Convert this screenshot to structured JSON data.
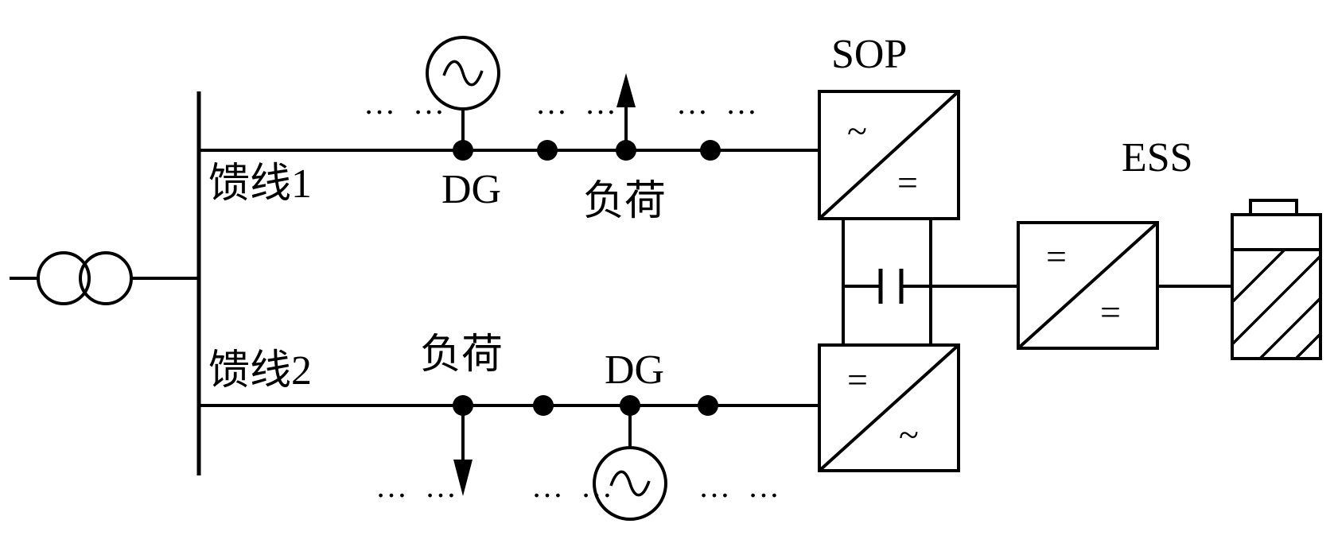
{
  "labels": {
    "feeder1": "馈线1",
    "feeder2": "馈线2",
    "dg1": "DG",
    "dg2": "DG",
    "load1": "负荷",
    "load2": "负荷",
    "sop": "SOP",
    "ess": "ESS"
  },
  "symbols": {
    "ac": "~",
    "dc": "=",
    "ellipsis": "…"
  }
}
